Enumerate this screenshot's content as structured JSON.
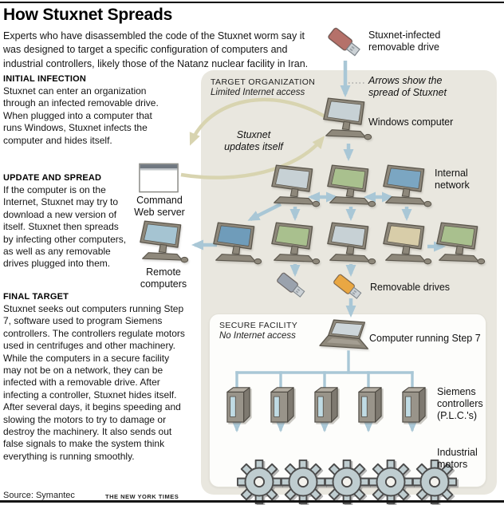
{
  "header": {
    "title": "How Stuxnet Spreads",
    "intro": "Experts who have disassembled the code of the Stuxnet worm say it was designed to target a specific configuration of computers and industrial controllers, likely those of the Natanz nuclear facility in Iran."
  },
  "sections": [
    {
      "heading": "INITIAL INFECTION",
      "body": "Stuxnet can enter an organization through an infected removable drive. When plugged into a computer that runs Windows, Stuxnet infects the computer and hides itself."
    },
    {
      "heading": "UPDATE AND SPREAD",
      "body": "If the computer is on the Internet, Stuxnet may try to download a new version of itself. Stuxnet then spreads by infecting other computers, as well as any removable drives plugged into them."
    },
    {
      "heading": "FINAL TARGET",
      "body": "Stuxnet seeks out computers running Step 7, software used to program Siemens controllers. The controllers regulate motors used in centrifuges and other machinery. While the computers in a secure facility may not be on a network, they can be infected with a removable drive. After infecting a controller, Stuxnet hides itself. After several days, it begins speeding and slowing the motors to try to damage or destroy the machinery. It also sends out false signals to make the system think everything is running smoothly."
    }
  ],
  "diagram": {
    "target_panel": {
      "heading": "TARGET ORGANIZATION",
      "subheading": "Limited Internet access"
    },
    "secure_panel": {
      "heading": "SECURE FACILITY",
      "subheading": "No Internet access"
    },
    "labels": {
      "infected_drive": "Stuxnet-infected\nremovable drive",
      "arrows_note": "Arrows show the\nspread of Stuxnet",
      "windows_computer": "Windows computer",
      "updates_itself": "Stuxnet\nupdates itself",
      "command_server": "Command\nWeb server",
      "internal_network": "Internal\nnetwork",
      "remote_computers": "Remote\ncomputers",
      "removable_drives": "Removable drives",
      "step7": "Computer running Step 7",
      "controllers": "Siemens\ncontrollers\n(P.L.C.'s)",
      "motors": "Industrial\nmotors"
    },
    "colors": {
      "panel-bg": "#e9e7df",
      "secure-bg": "#fdfdfb",
      "arrow-blue": "#a9c7d6",
      "arrow-olive": "#d8d4b0",
      "frame": "#8e887b",
      "frame-stroke": "#5a554b",
      "screen-light": "#c7d1d5",
      "screen-green": "#a9c08e",
      "screen-blue": "#7ba6c2",
      "screen-blue-deep": "#6f9cba",
      "screen-tan": "#d8cda9",
      "screen-blue-light": "#a5c4d2",
      "usb-red": "#b5716a",
      "usb-gray": "#9aa2ad",
      "usb-orange": "#e9a743",
      "gear-fill": "#bfcdd0",
      "gear-stroke": "#4c4c4c",
      "controller-front": "#99948a",
      "controller-side": "#7e7970",
      "controller-slot": "#c0dbe4"
    }
  },
  "footer": {
    "source": "Source: Symantec",
    "credit": "THE NEW YORK TIMES"
  }
}
